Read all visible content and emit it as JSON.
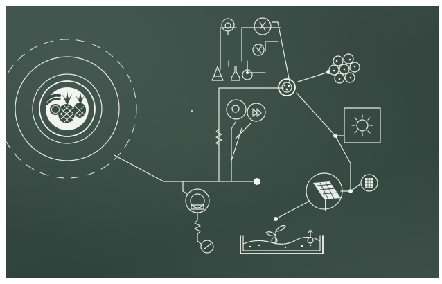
{
  "scene": {
    "background": "chalkboard",
    "chalk_color": "#f2f4f0",
    "board_color": "#34463f"
  },
  "nodes": [
    {
      "id": "fruit-hub",
      "icon": "pineapple-and-fruit-icon"
    },
    {
      "id": "lab-flasks",
      "icon": "laboratory-glassware-icon"
    },
    {
      "id": "lab-microscope-nodes",
      "icon": "microscope-icon"
    },
    {
      "id": "cell-culture",
      "icon": "petri-dish-icon"
    },
    {
      "id": "cell-cluster",
      "icon": "cell-cluster-icon"
    },
    {
      "id": "sun",
      "icon": "sun-icon"
    },
    {
      "id": "solar-panel",
      "icon": "solar-panel-icon"
    },
    {
      "id": "small-panel",
      "icon": "grid-panel-icon"
    },
    {
      "id": "cells-bubble",
      "icon": "cell-organelles-icon"
    },
    {
      "id": "pump",
      "icon": "pump-icon"
    },
    {
      "id": "meter",
      "icon": "meter-icon"
    },
    {
      "id": "soil-tray",
      "icon": "plant-soil-tray-icon"
    }
  ]
}
